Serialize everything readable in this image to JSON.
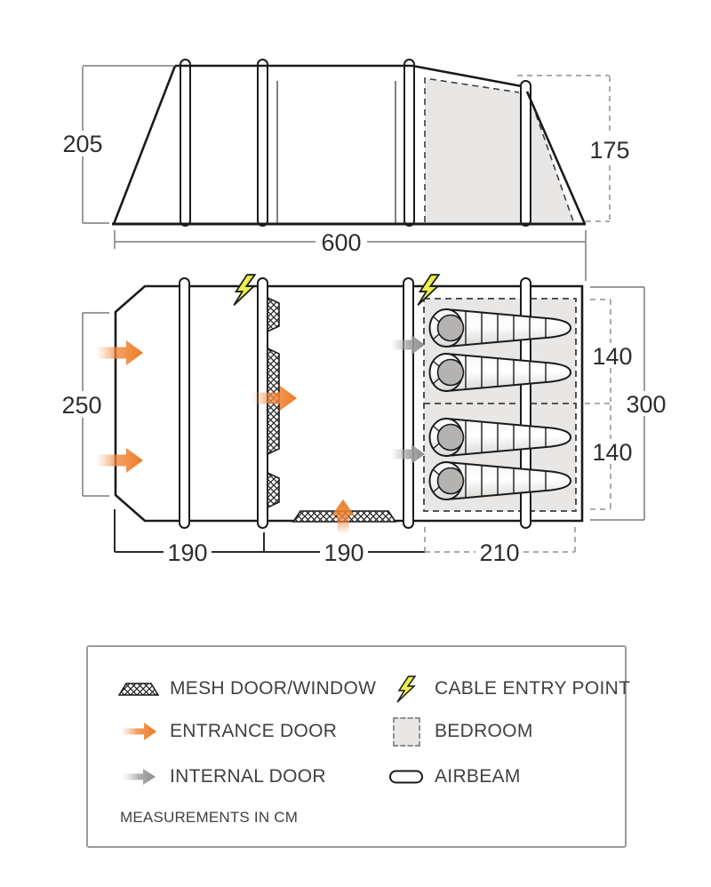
{
  "side_view": {
    "height_left_cm": "205",
    "height_right_cm": "175",
    "length_cm": "600"
  },
  "floor_plan": {
    "front_width_cm": "250",
    "total_width_cm": "300",
    "bedroom_upper_cm": "140",
    "bedroom_lower_cm": "140",
    "section_lengths_cm": [
      "190",
      "190",
      "210"
    ],
    "sleeping_bag_count": 4,
    "airbeam_count": 4
  },
  "legend": {
    "items": {
      "mesh": "MESH DOOR/WINDOW",
      "cable": "CABLE ENTRY POINT",
      "entrance": "ENTRANCE DOOR",
      "bedroom": "BEDROOM",
      "internal": "INTERNAL DOOR",
      "airbeam": "AIRBEAM"
    },
    "note": "MEASUREMENTS IN CM"
  },
  "colors": {
    "entrance_arrow": "#ef7f2b",
    "internal_arrow": "#8d8d8d",
    "cable_bolt": "#edf04b",
    "bedroom_fill": "#e8e7e5",
    "outline": "#1b1b1b",
    "dimension_line": "#7a7a7a",
    "dimension_text": "#2e2e2e"
  }
}
